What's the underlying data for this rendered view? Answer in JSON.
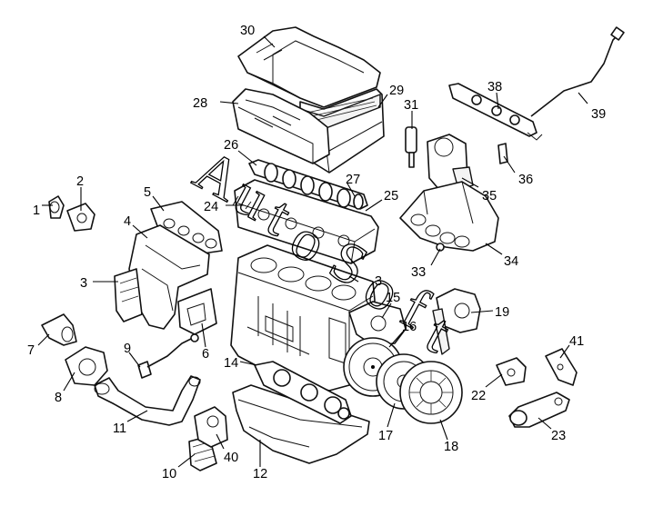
{
  "callouts": [
    {
      "id": "c1",
      "label": "1"
    },
    {
      "id": "c2",
      "label": "2"
    },
    {
      "id": "c3a",
      "label": "3"
    },
    {
      "id": "c3b",
      "label": "3"
    },
    {
      "id": "c4",
      "label": "4"
    },
    {
      "id": "c5",
      "label": "5"
    },
    {
      "id": "c6",
      "label": "6"
    },
    {
      "id": "c7",
      "label": "7"
    },
    {
      "id": "c8",
      "label": "8"
    },
    {
      "id": "c9",
      "label": "9"
    },
    {
      "id": "c10",
      "label": "10"
    },
    {
      "id": "c11",
      "label": "11"
    },
    {
      "id": "c12",
      "label": "12"
    },
    {
      "id": "c14",
      "label": "14"
    },
    {
      "id": "c15",
      "label": "15"
    },
    {
      "id": "c16",
      "label": "16"
    },
    {
      "id": "c17",
      "label": "17"
    },
    {
      "id": "c18",
      "label": "18"
    },
    {
      "id": "c19",
      "label": "19"
    },
    {
      "id": "c22",
      "label": "22"
    },
    {
      "id": "c23",
      "label": "23"
    },
    {
      "id": "c24",
      "label": "24"
    },
    {
      "id": "c25",
      "label": "25"
    },
    {
      "id": "c26",
      "label": "26"
    },
    {
      "id": "c27",
      "label": "27"
    },
    {
      "id": "c28",
      "label": "28"
    },
    {
      "id": "c29",
      "label": "29"
    },
    {
      "id": "c30",
      "label": "30"
    },
    {
      "id": "c31",
      "label": "31"
    },
    {
      "id": "c33",
      "label": "33"
    },
    {
      "id": "c34",
      "label": "34"
    },
    {
      "id": "c35",
      "label": "35"
    },
    {
      "id": "c36",
      "label": "36"
    },
    {
      "id": "c38",
      "label": "38"
    },
    {
      "id": "c39",
      "label": "39"
    },
    {
      "id": "c40",
      "label": "40"
    },
    {
      "id": "c41",
      "label": "41"
    }
  ],
  "watermark": {
    "letters": [
      "A",
      "u",
      "t",
      "o",
      "S",
      "o",
      "f",
      "t"
    ]
  }
}
